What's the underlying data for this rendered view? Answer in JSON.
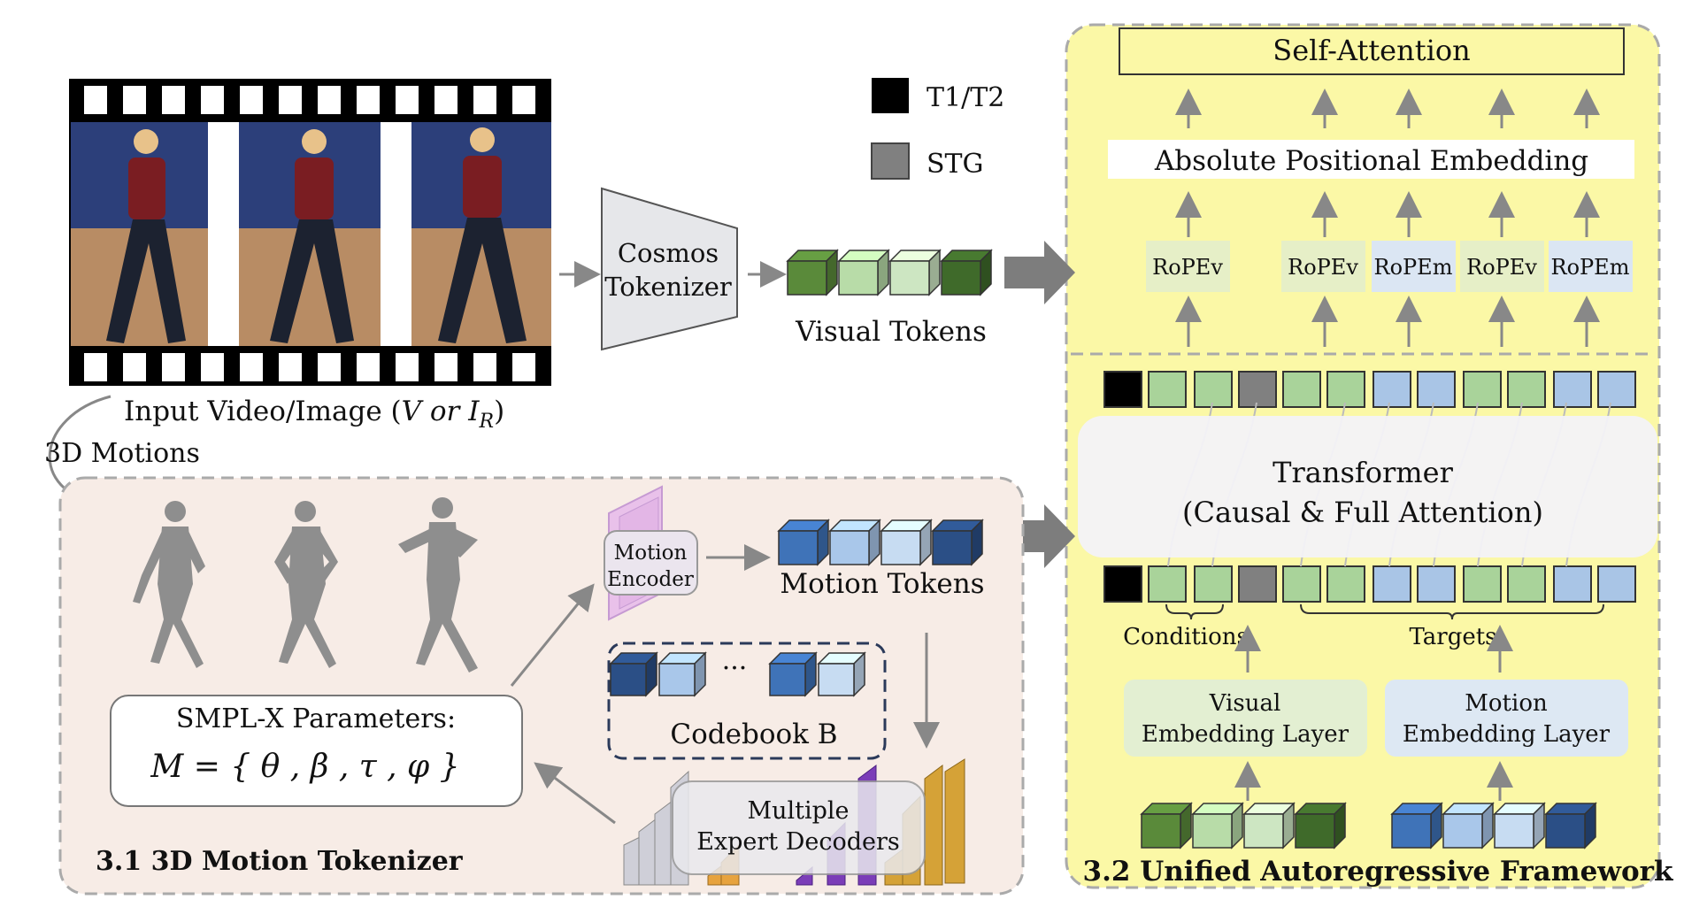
{
  "video": {
    "caption_prefix": "Input Video/Image (",
    "caption_math": "V or I",
    "caption_sub": "R",
    "caption_suffix": ")"
  },
  "motions_arrow_label": "3D Motions",
  "legend": {
    "items": [
      {
        "label": "T1/T2",
        "color": "#000000"
      },
      {
        "label": "STG",
        "color": "#808080"
      }
    ]
  },
  "cosmos": {
    "line1": "Cosmos",
    "line2": "Tokenizer"
  },
  "visual_tokens_label": "Visual Tokens",
  "motion_tokenizer": {
    "section_title": "3.1 3D Motion Tokenizer",
    "smplx_title": "SMPL-X Parameters:",
    "smplx_formula": "M = { θ , β , τ , φ }",
    "encoder": {
      "line1": "Motion",
      "line2": "Encoder"
    },
    "motion_tokens_label": "Motion Tokens",
    "codebook_label": "Codebook B",
    "codebook_ellipsis": "···",
    "decoders": {
      "line1": "Multiple",
      "line2": "Expert Decoders"
    }
  },
  "framework": {
    "section_title": "3.2 Unified Autoregressive Framework",
    "self_attention": "Self-Attention",
    "abs_pos_embedding": "Absolute Positional Embedding",
    "rope_labels": [
      "RoPEv",
      "RoPEv",
      "RoPEm",
      "RoPEv",
      "RoPEm"
    ],
    "transformer_line1": "Transformer",
    "transformer_line2": "(Causal & Full Attention)",
    "conditions_label": "Conditions",
    "targets_label": "Targets",
    "visual_embedding": {
      "line1": "Visual",
      "line2": "Embedding Layer"
    },
    "motion_embedding": {
      "line1": "Motion",
      "line2": "Embedding Layer"
    },
    "token_row": [
      "black",
      "green",
      "green",
      "gray",
      "green",
      "green",
      "blue",
      "blue",
      "green",
      "green",
      "blue",
      "blue"
    ]
  },
  "colors": {
    "framework_bg": "#fbf8a6",
    "tokenizer_bg": "#f7ece6",
    "green_token": "#a9d39a",
    "blue_token": "#a9c5e6",
    "dark_green": "#4d7a33",
    "dark_blue": "#2f5f9e"
  }
}
